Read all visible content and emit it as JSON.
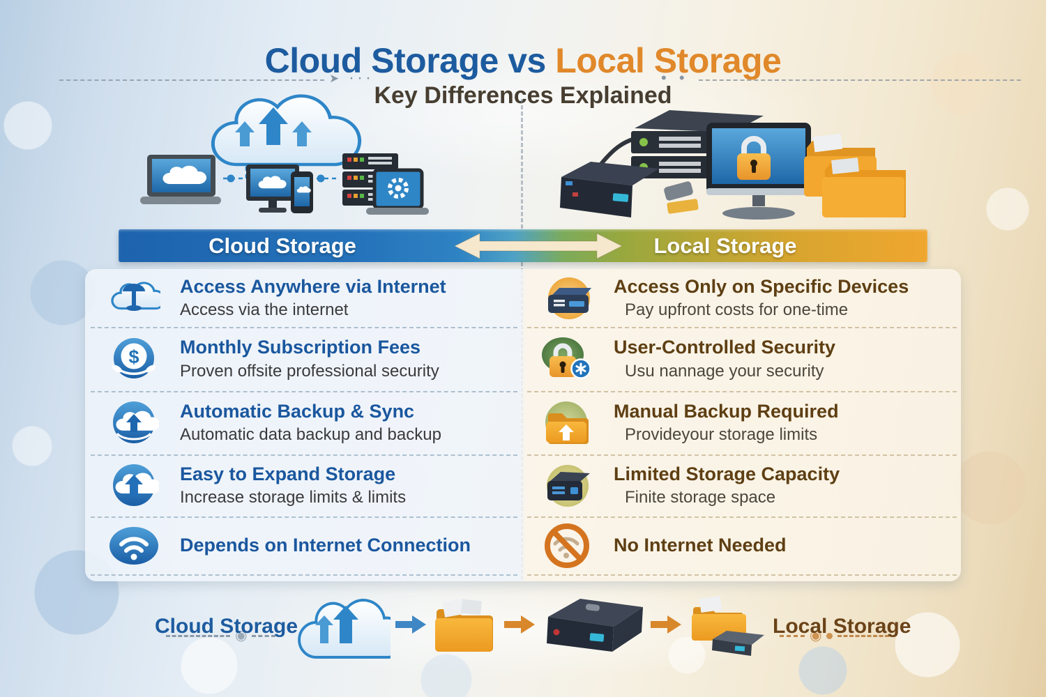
{
  "title": {
    "blue_part": "Cloud Storage vs",
    "orange_part": " Local Storage",
    "subtitle": "Key Differences Explained"
  },
  "header_bar": {
    "left_label": "Cloud Storage",
    "right_label": "Local Storage"
  },
  "comparison": {
    "cloud": {
      "rows": [
        {
          "icon": "cloud-access-icon",
          "title": "Access Anywhere via Internet",
          "subtitle": "Access via the internet"
        },
        {
          "icon": "subscription-dollar-icon",
          "title": "Monthly Subscription Fees",
          "subtitle": "Proven offsite professional security"
        },
        {
          "icon": "cloud-backup-icon",
          "title": "Automatic Backup & Sync",
          "subtitle": "Automatic data backup and backup"
        },
        {
          "icon": "cloud-expand-icon",
          "title": "Easy to Expand Storage",
          "subtitle": "Increase storage limits & limits"
        },
        {
          "icon": "wifi-icon",
          "title": "Depends on Internet Connection",
          "subtitle": ""
        }
      ]
    },
    "local": {
      "rows": [
        {
          "icon": "hard-drive-icon",
          "title": "Access Only on Specific Devices",
          "subtitle": "Pay upfront costs for one-time"
        },
        {
          "icon": "padlock-icon",
          "title": "User-Controlled Security",
          "subtitle": "Usu nannage your security"
        },
        {
          "icon": "folder-upload-icon",
          "title": "Manual Backup Required",
          "subtitle": "Provideyour storage limits"
        },
        {
          "icon": "dark-drive-icon",
          "title": "Limited Storage Capacity",
          "subtitle": "Finite storage space"
        },
        {
          "icon": "no-wifi-icon",
          "title": "No Internet Needed",
          "subtitle": ""
        }
      ]
    }
  },
  "bottom_flow": {
    "left_label": "Cloud Storage",
    "right_label": "Local Storage"
  },
  "icons": {
    "arrowhead": "➤",
    "dots": "···",
    "bullets": "• •",
    "spiral": "◉",
    "dollar_glyph": "$"
  },
  "colors": {
    "title_blue": "#1d5b9f",
    "title_orange": "#e0882a",
    "header_bar_blue": "#2573bb",
    "header_bar_green": "#97a83f",
    "header_bar_orange": "#efa62f",
    "cloud_row_title": "#1a579e",
    "local_row_title": "#5e3f13",
    "subtitle_text": "#473e31"
  }
}
